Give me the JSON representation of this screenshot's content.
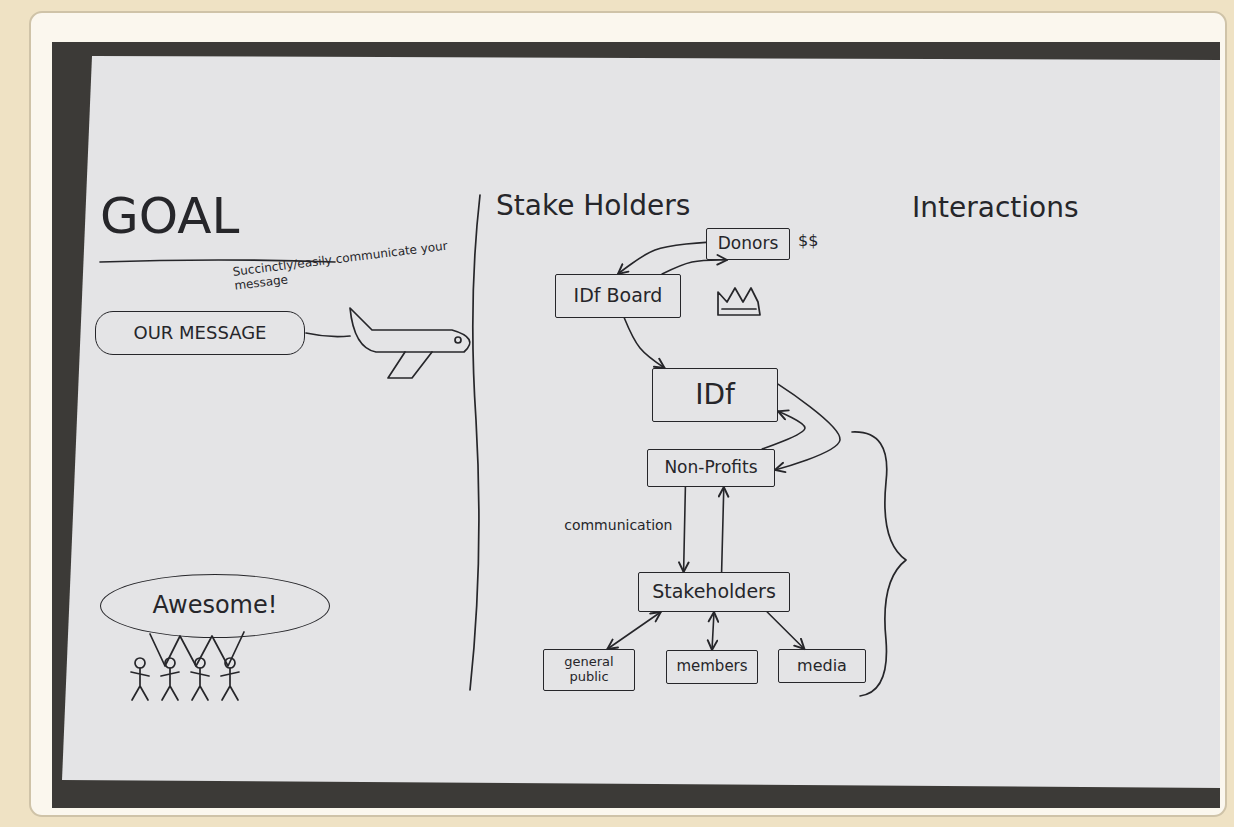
{
  "diagram": {
    "nodes": [
      {
        "text": [
          "OUR MESSAGE"
        ]
      },
      {
        "text": [
          "Donors"
        ]
      },
      {
        "text": [
          "IDf Board"
        ]
      },
      {
        "text": [
          "IDf"
        ]
      },
      {
        "text": [
          "Non-Profits"
        ]
      },
      {
        "text": [
          "Awesome!"
        ]
      },
      {
        "text": [
          "Stakeholders"
        ]
      },
      {
        "text": [
          "general public"
        ]
      },
      {
        "text": [
          "members"
        ]
      },
      {
        "text": [
          "media"
        ]
      }
    ],
    "edges": [
      {
        "from": 1,
        "to": 2,
        "arrow": "to"
      },
      {
        "from": 2,
        "to": 1,
        "arrow": "to"
      },
      {
        "from": 2,
        "to": 3,
        "arrow": "to"
      },
      {
        "from": 3,
        "to": 4,
        "arrow": "to"
      },
      {
        "from": 4,
        "to": 3,
        "arrow": "to"
      },
      {
        "from": 4,
        "to": 6,
        "label": "communication",
        "arrow": "to"
      },
      {
        "from": 6,
        "to": 4,
        "arrow": "to"
      },
      {
        "from": 6,
        "to": 7,
        "arrow": "both"
      },
      {
        "from": 6,
        "to": 8,
        "arrow": "both"
      },
      {
        "from": 6,
        "to": 9,
        "arrow": "to"
      }
    ],
    "labels": [
      "GOAL",
      "Succinctly/easily communicate your message",
      "Stake Holders",
      "Interactions",
      "$$"
    ]
  }
}
